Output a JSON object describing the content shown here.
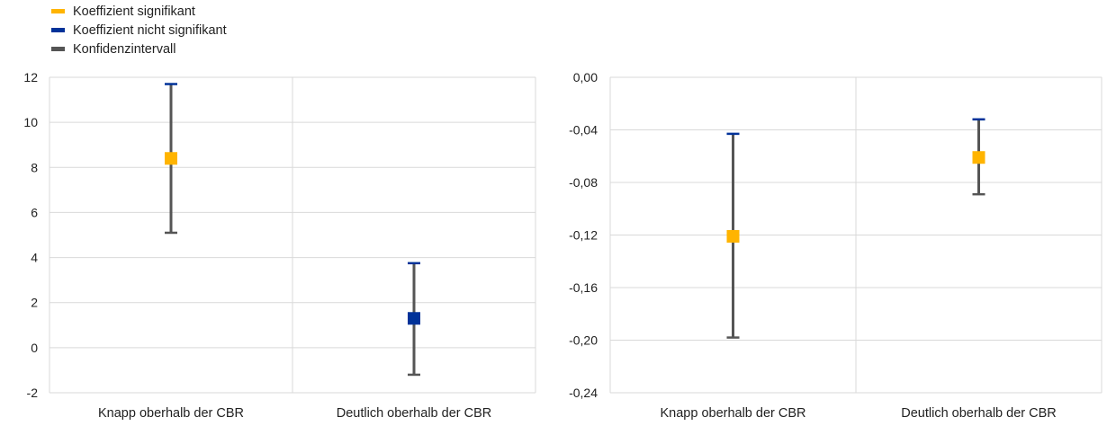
{
  "legend": [
    {
      "label": "Koeffizient signifikant",
      "color": "#ffb400"
    },
    {
      "label": "Koeffizient nicht signifikant",
      "color": "#003299"
    },
    {
      "label": "Konfidenzintervall",
      "color": "#555555"
    }
  ],
  "colors": {
    "significant": "#ffb400",
    "not_significant": "#003299",
    "interval": "#555555",
    "cap": "#003299",
    "grid": "#d9d9d9"
  },
  "chart_data": [
    {
      "type": "errorbar",
      "categories": [
        "Knapp oberhalb der CBR",
        "Deutlich oberhalb der CBR"
      ],
      "ylim": [
        -2,
        12
      ],
      "yticks": [
        -2,
        0,
        2,
        4,
        6,
        8,
        10,
        12
      ],
      "ytick_labels": [
        "-2",
        "0",
        "2",
        "4",
        "6",
        "8",
        "10",
        "12"
      ],
      "points": [
        {
          "category": "Knapp oberhalb der CBR",
          "value": 8.4,
          "low": 5.1,
          "high": 11.7,
          "significant": true
        },
        {
          "category": "Deutlich oberhalb der CBR",
          "value": 1.3,
          "low": -1.2,
          "high": 3.75,
          "significant": false
        }
      ],
      "grid": true
    },
    {
      "type": "errorbar",
      "categories": [
        "Knapp oberhalb der CBR",
        "Deutlich oberhalb der CBR"
      ],
      "ylim": [
        -0.24,
        0.0
      ],
      "yticks": [
        -0.24,
        -0.2,
        -0.16,
        -0.12,
        -0.08,
        -0.04,
        0.0
      ],
      "ytick_labels": [
        "-0,24",
        "-0,20",
        "-0,16",
        "-0,12",
        "-0,08",
        "-0,04",
        "0,00"
      ],
      "points": [
        {
          "category": "Knapp oberhalb der CBR",
          "value": -0.121,
          "low": -0.198,
          "high": -0.043,
          "significant": true
        },
        {
          "category": "Deutlich oberhalb der CBR",
          "value": -0.061,
          "low": -0.089,
          "high": -0.032,
          "significant": true
        }
      ],
      "grid": true
    }
  ]
}
